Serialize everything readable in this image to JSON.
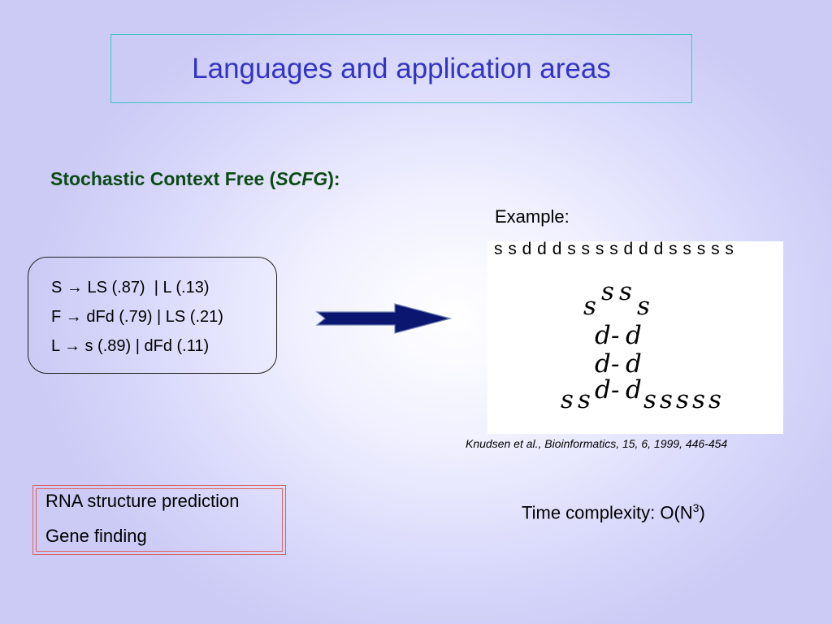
{
  "slide": {
    "title": "Languages and application areas",
    "heading": {
      "prefix": "Stochastic Context Free (",
      "emphasis": "SCFG",
      "suffix": "):"
    },
    "grammar_rules": [
      "S → LS (.87)  | L (.13)",
      "F → dFd (.79) | LS (.21)",
      "L → s (.89) | dFd (.11)"
    ],
    "example": {
      "label": "Example:",
      "sequence": "s s d d d s s s s d d d s s s s s",
      "structure_chars": [
        "s",
        "s",
        "s",
        "s",
        "d",
        "-",
        "d",
        "d",
        "-",
        "d",
        "s",
        "s",
        "d",
        "-",
        "d",
        "s",
        "s",
        "s",
        "s",
        "s"
      ],
      "citation": "Knudsen et al., Bioinformatics, 15, 6, 1999, 446-454"
    },
    "application_areas": [
      "RNA structure prediction",
      "Gene finding"
    ],
    "complexity": {
      "text": "Time complexity: O(N",
      "exponent": "3",
      "close": ")"
    },
    "colors": {
      "title": "#3434c4",
      "heading": "#0c4a14",
      "title_border": "#3fc6c6",
      "areas_border": "#e06060",
      "arrow_fill": "#0a1670"
    },
    "icons": {
      "arrow": "right-arrow-icon"
    }
  }
}
